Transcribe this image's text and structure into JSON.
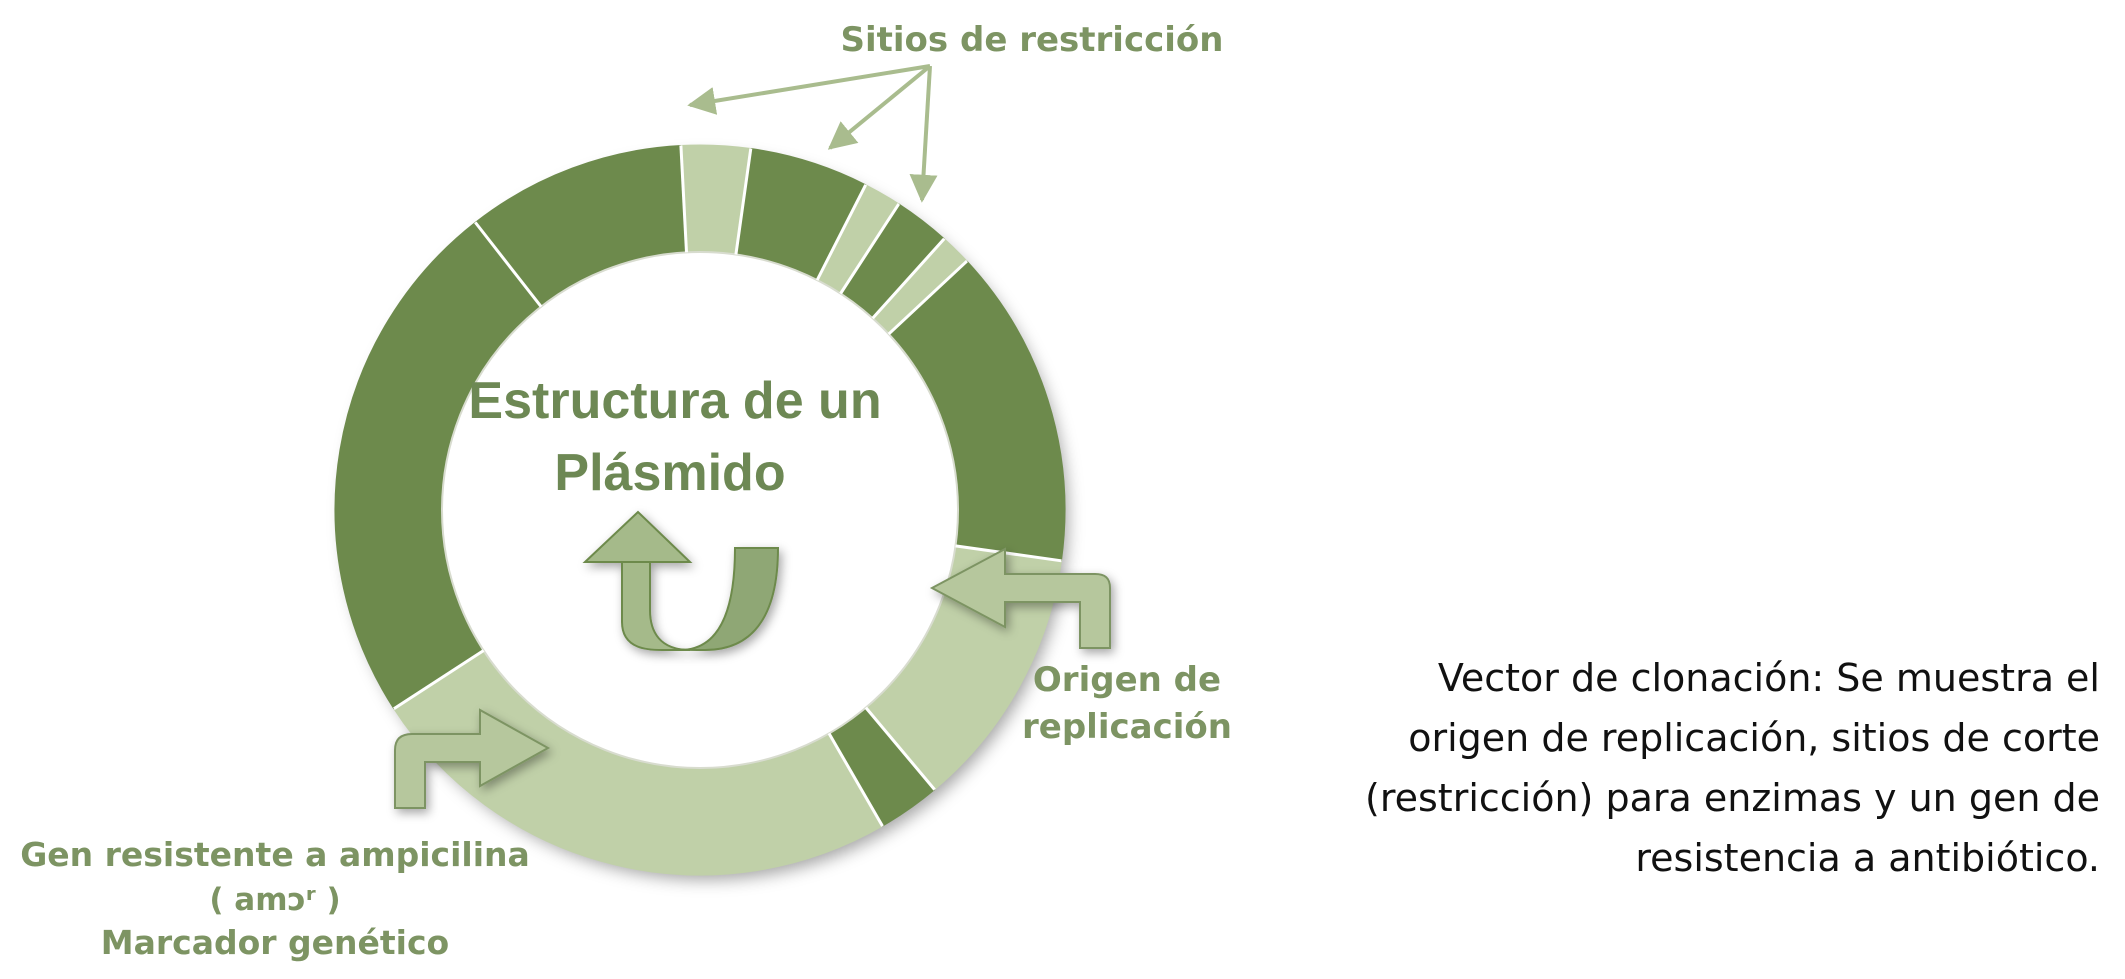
{
  "diagram": {
    "title_line1": "Estructura de un",
    "title_line2": "Plásmido",
    "label_restriction": "Sitios de restricción",
    "label_origin_line1": "Origen de",
    "label_origin_line2": "replicación",
    "label_amp_line1": "Gen resistente a ampicilina",
    "label_amp_line2": "( amɔʳ )",
    "label_amp_line3": "Marcador genético"
  },
  "caption": {
    "line1": "Vector de clonación: Se muestra el",
    "line2": "origen de replicación, sitios de corte",
    "line3": "(restricción) para enzimas y un gen de",
    "line4": "resistencia a antibiótico."
  },
  "colors": {
    "dark_green": "#6d8a4c",
    "light_green": "#c0d0a8",
    "label_green": "#7d9463"
  }
}
